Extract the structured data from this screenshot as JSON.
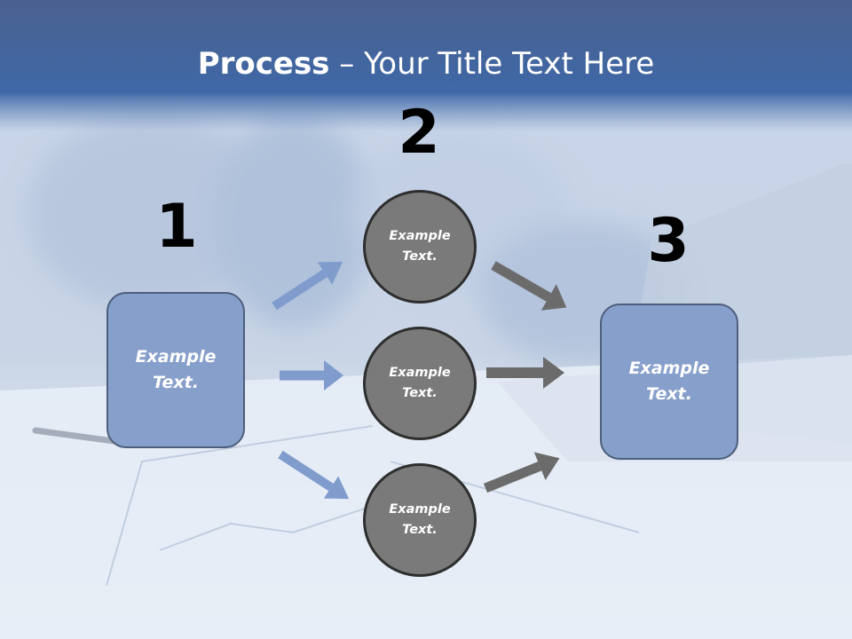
{
  "title": {
    "bold": "Process",
    "rest": " – Your Title Text Here"
  },
  "steps": {
    "one": {
      "number": "1",
      "line1": "Example",
      "line2": "Text."
    },
    "two": {
      "number": "2"
    },
    "three": {
      "number": "3",
      "line1": "Example",
      "line2": "Text."
    }
  },
  "circles": [
    {
      "line1": "Example",
      "line2": "Text."
    },
    {
      "line1": "Example",
      "line2": "Text."
    },
    {
      "line1": "Example",
      "line2": "Text."
    }
  ],
  "colors": {
    "header": "#4467a3",
    "box": "#879fcb",
    "circle": "#7a7a7a",
    "arrow_in": "#7f9ccc",
    "arrow_out": "#6b6b6b"
  }
}
